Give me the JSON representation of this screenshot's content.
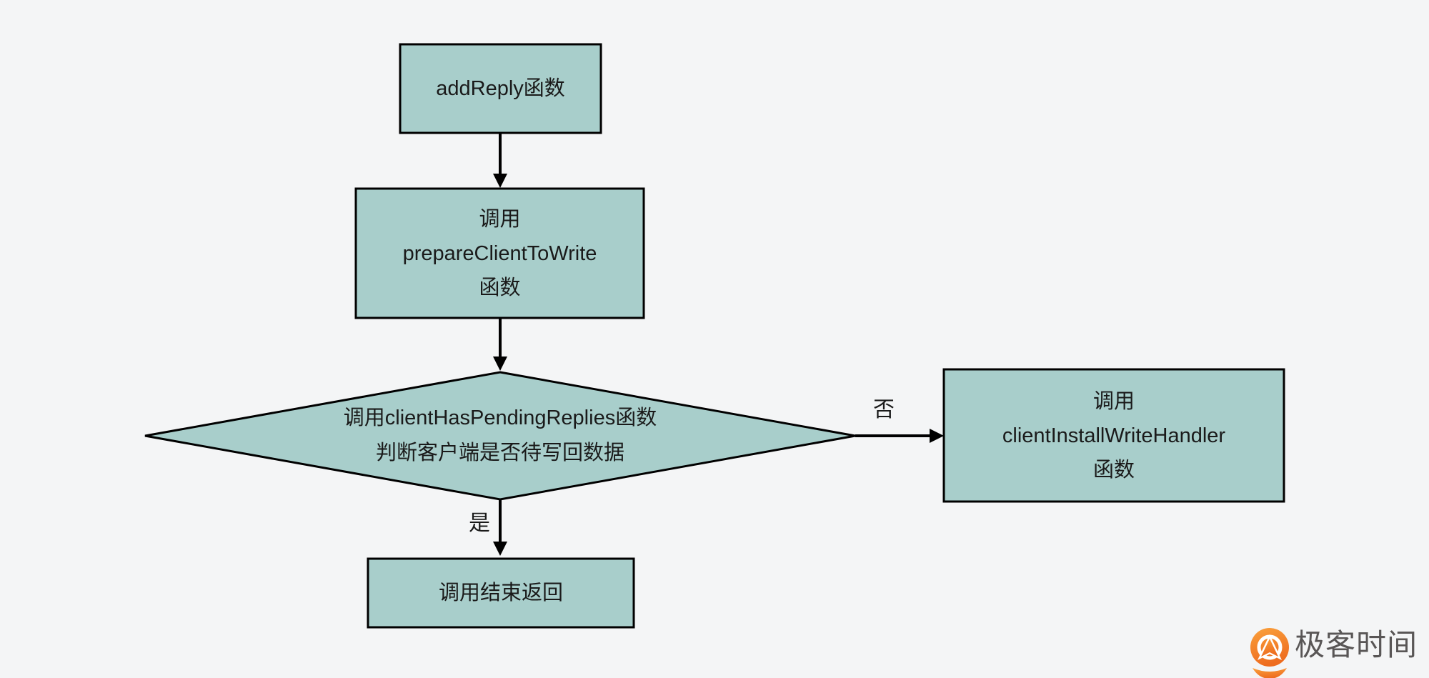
{
  "flowchart": {
    "nodes": {
      "start": {
        "lines": [
          "addReply函数"
        ]
      },
      "prepare": {
        "lines": [
          "调用",
          "prepareClientToWrite",
          "函数"
        ]
      },
      "decision": {
        "lines": [
          "调用clientHasPendingReplies函数",
          "判断客户端是否待写回数据"
        ]
      },
      "install": {
        "lines": [
          "调用",
          "clientInstallWriteHandler",
          "函数"
        ]
      },
      "end": {
        "lines": [
          "调用结束返回"
        ]
      }
    },
    "edge_labels": {
      "yes": "是",
      "no": "否"
    },
    "colors": {
      "background": "#f4f5f6",
      "node_fill": "#a8cecb",
      "node_border": "#000000",
      "arrow": "#000000",
      "text": "#1a1a1a"
    }
  },
  "branding": {
    "logo_text": "极客时间",
    "logo_text_color": "#595656",
    "logo_orange": "#ee6c1f",
    "logo_orange_light": "#faa13c"
  }
}
